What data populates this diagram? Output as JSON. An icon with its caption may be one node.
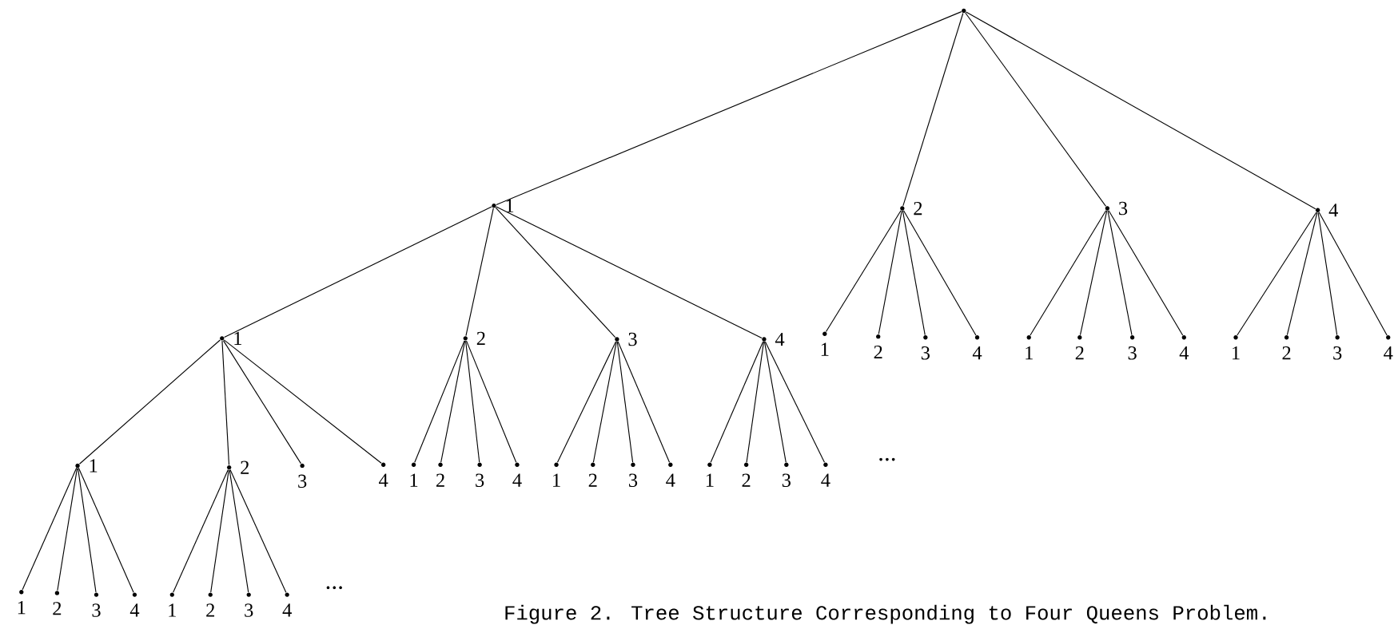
{
  "diagram": {
    "caption": "Figure 2.  Tree Structure Corresponding to Four Queens Problem.",
    "nodes": [
      {
        "text": [],
        "shape": "circle"
      },
      {
        "text": [
          "1"
        ]
      },
      {
        "text": [
          "2"
        ]
      },
      {
        "text": [
          "3"
        ]
      },
      {
        "text": [
          "4"
        ]
      },
      {
        "text": [
          "1"
        ]
      },
      {
        "text": [
          "2"
        ]
      },
      {
        "text": [
          "3"
        ]
      },
      {
        "text": [
          "4"
        ]
      },
      {
        "text": [
          "1"
        ]
      },
      {
        "text": [
          "2"
        ]
      },
      {
        "text": [
          "3"
        ]
      },
      {
        "text": [
          "4"
        ]
      },
      {
        "text": [
          "1"
        ]
      },
      {
        "text": [
          "2"
        ]
      },
      {
        "text": [
          "3"
        ]
      },
      {
        "text": [
          "4"
        ]
      },
      {
        "text": [
          "1"
        ]
      },
      {
        "text": [
          "2"
        ]
      },
      {
        "text": [
          "3"
        ]
      },
      {
        "text": [
          "4"
        ]
      },
      {
        "text": [
          "1"
        ]
      },
      {
        "text": [
          "2"
        ]
      },
      {
        "text": [
          "3"
        ]
      },
      {
        "text": [
          "4"
        ]
      },
      {
        "text": [
          "1"
        ]
      },
      {
        "text": [
          "2"
        ]
      },
      {
        "text": [
          "3"
        ]
      },
      {
        "text": [
          "4"
        ]
      },
      {
        "text": [
          "1"
        ]
      },
      {
        "text": [
          "2"
        ]
      },
      {
        "text": [
          "3"
        ]
      },
      {
        "text": [
          "4"
        ]
      },
      {
        "text": [
          "1"
        ]
      },
      {
        "text": [
          "2"
        ]
      },
      {
        "text": [
          "3"
        ]
      },
      {
        "text": [
          "4"
        ]
      },
      {
        "text": [
          "1"
        ]
      },
      {
        "text": [
          "2"
        ]
      },
      {
        "text": [
          "3"
        ]
      },
      {
        "text": [
          "4"
        ]
      },
      {
        "text": [
          "1"
        ]
      },
      {
        "text": [
          "2"
        ]
      },
      {
        "text": [
          "3"
        ]
      },
      {
        "text": [
          "4"
        ]
      }
    ],
    "edges": [
      {
        "from": 0,
        "to": 1,
        "arrow": "none"
      },
      {
        "from": 0,
        "to": 2,
        "arrow": "none"
      },
      {
        "from": 0,
        "to": 3,
        "arrow": "none"
      },
      {
        "from": 0,
        "to": 4,
        "arrow": "none"
      },
      {
        "from": 1,
        "to": 5,
        "arrow": "none"
      },
      {
        "from": 1,
        "to": 6,
        "arrow": "none"
      },
      {
        "from": 1,
        "to": 7,
        "arrow": "none"
      },
      {
        "from": 1,
        "to": 8,
        "arrow": "none"
      },
      {
        "from": 2,
        "to": 9,
        "arrow": "none"
      },
      {
        "from": 2,
        "to": 10,
        "arrow": "none"
      },
      {
        "from": 2,
        "to": 11,
        "arrow": "none"
      },
      {
        "from": 2,
        "to": 12,
        "arrow": "none"
      },
      {
        "from": 3,
        "to": 13,
        "arrow": "none"
      },
      {
        "from": 3,
        "to": 14,
        "arrow": "none"
      },
      {
        "from": 3,
        "to": 15,
        "arrow": "none"
      },
      {
        "from": 3,
        "to": 16,
        "arrow": "none"
      },
      {
        "from": 4,
        "to": 17,
        "arrow": "none"
      },
      {
        "from": 4,
        "to": 18,
        "arrow": "none"
      },
      {
        "from": 4,
        "to": 19,
        "arrow": "none"
      },
      {
        "from": 4,
        "to": 20,
        "arrow": "none"
      },
      {
        "from": 5,
        "to": 21,
        "arrow": "none"
      },
      {
        "from": 5,
        "to": 22,
        "arrow": "none"
      },
      {
        "from": 5,
        "to": 23,
        "arrow": "none"
      },
      {
        "from": 5,
        "to": 24,
        "arrow": "none"
      },
      {
        "from": 6,
        "to": 25,
        "arrow": "none"
      },
      {
        "from": 6,
        "to": 26,
        "arrow": "none"
      },
      {
        "from": 6,
        "to": 27,
        "arrow": "none"
      },
      {
        "from": 6,
        "to": 28,
        "arrow": "none"
      },
      {
        "from": 7,
        "to": 29,
        "arrow": "none"
      },
      {
        "from": 7,
        "to": 30,
        "arrow": "none"
      },
      {
        "from": 7,
        "to": 31,
        "arrow": "none"
      },
      {
        "from": 7,
        "to": 32,
        "arrow": "none"
      },
      {
        "from": 8,
        "to": 33,
        "arrow": "none"
      },
      {
        "from": 8,
        "to": 34,
        "arrow": "none"
      },
      {
        "from": 8,
        "to": 35,
        "arrow": "none"
      },
      {
        "from": 8,
        "to": 36,
        "arrow": "none"
      },
      {
        "from": 21,
        "to": 37,
        "arrow": "none"
      },
      {
        "from": 21,
        "to": 38,
        "arrow": "none"
      },
      {
        "from": 21,
        "to": 39,
        "arrow": "none"
      },
      {
        "from": 21,
        "to": 40,
        "arrow": "none"
      },
      {
        "from": 22,
        "to": 41,
        "arrow": "none"
      },
      {
        "from": 22,
        "to": 42,
        "arrow": "none"
      },
      {
        "from": 22,
        "to": 43,
        "arrow": "none"
      },
      {
        "from": 22,
        "to": 44,
        "arrow": "none"
      }
    ],
    "labels": [
      "...",
      "..."
    ]
  }
}
